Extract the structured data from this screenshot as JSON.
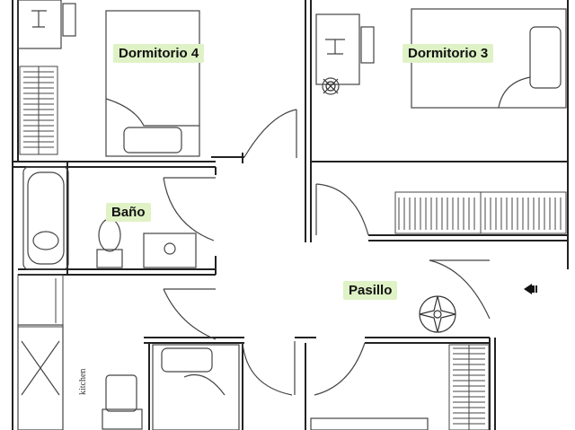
{
  "rooms": {
    "dormitorio_4": "Dormitorio 4",
    "dormitorio_3": "Dormitorio 3",
    "bano": "Baño",
    "pasillo": "Pasillo"
  },
  "side_text": {
    "kitchen": "kitchen"
  },
  "colors": {
    "label_bg": "#dff2c6",
    "wall": "#222222",
    "line": "#555555"
  },
  "icons": [
    "entrance-arrow-icon",
    "plant-icon",
    "lamp-icon",
    "chair-icon"
  ]
}
